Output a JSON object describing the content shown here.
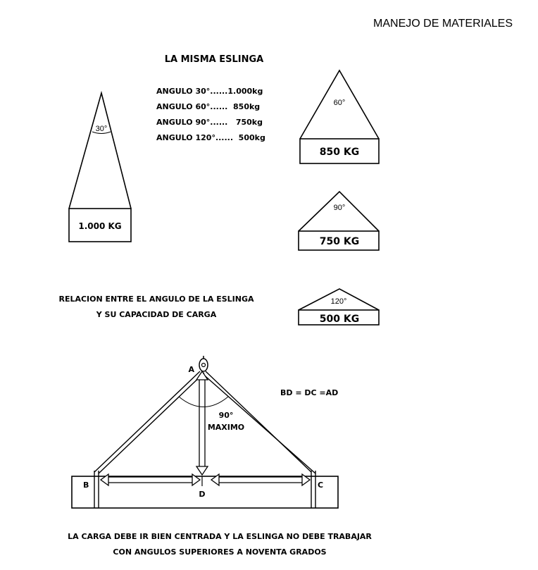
{
  "header": {
    "title": "MANEJO DE MATERIALES"
  },
  "same_sling": {
    "title": "LA MISMA ESLINGA",
    "angle_table": [
      "ANGULO 30°......1.000kg",
      "ANGULO 60°......  850kg",
      "ANGULO 90°......   750kg",
      "ANGULO 120°......  500kg"
    ]
  },
  "loads": {
    "a30": {
      "angle": "30°",
      "load": "1.000 KG"
    },
    "a60": {
      "angle": "60°",
      "load": "850 KG"
    },
    "a90": {
      "angle": "90°",
      "load": "750 KG"
    },
    "a120": {
      "angle": "120°",
      "load": "500 KG"
    }
  },
  "relation": {
    "line1": "RELACION ENTRE EL ANGULO DE LA ESLINGA",
    "line2": "Y SU CAPACIDAD DE CARGA"
  },
  "rigging": {
    "point_a": "A",
    "point_b": "B",
    "point_c": "C",
    "point_d": "D",
    "equation": "BD = DC =AD",
    "angle_value": "90°",
    "angle_label": "MAXIMO"
  },
  "footer": {
    "line1": "LA CARGA DEBE IR BIEN CENTRADA Y LA ESLINGA NO DEBE TRABAJAR",
    "line2": "CON ANGULOS SUPERIORES A NOVENTA GRADOS"
  }
}
